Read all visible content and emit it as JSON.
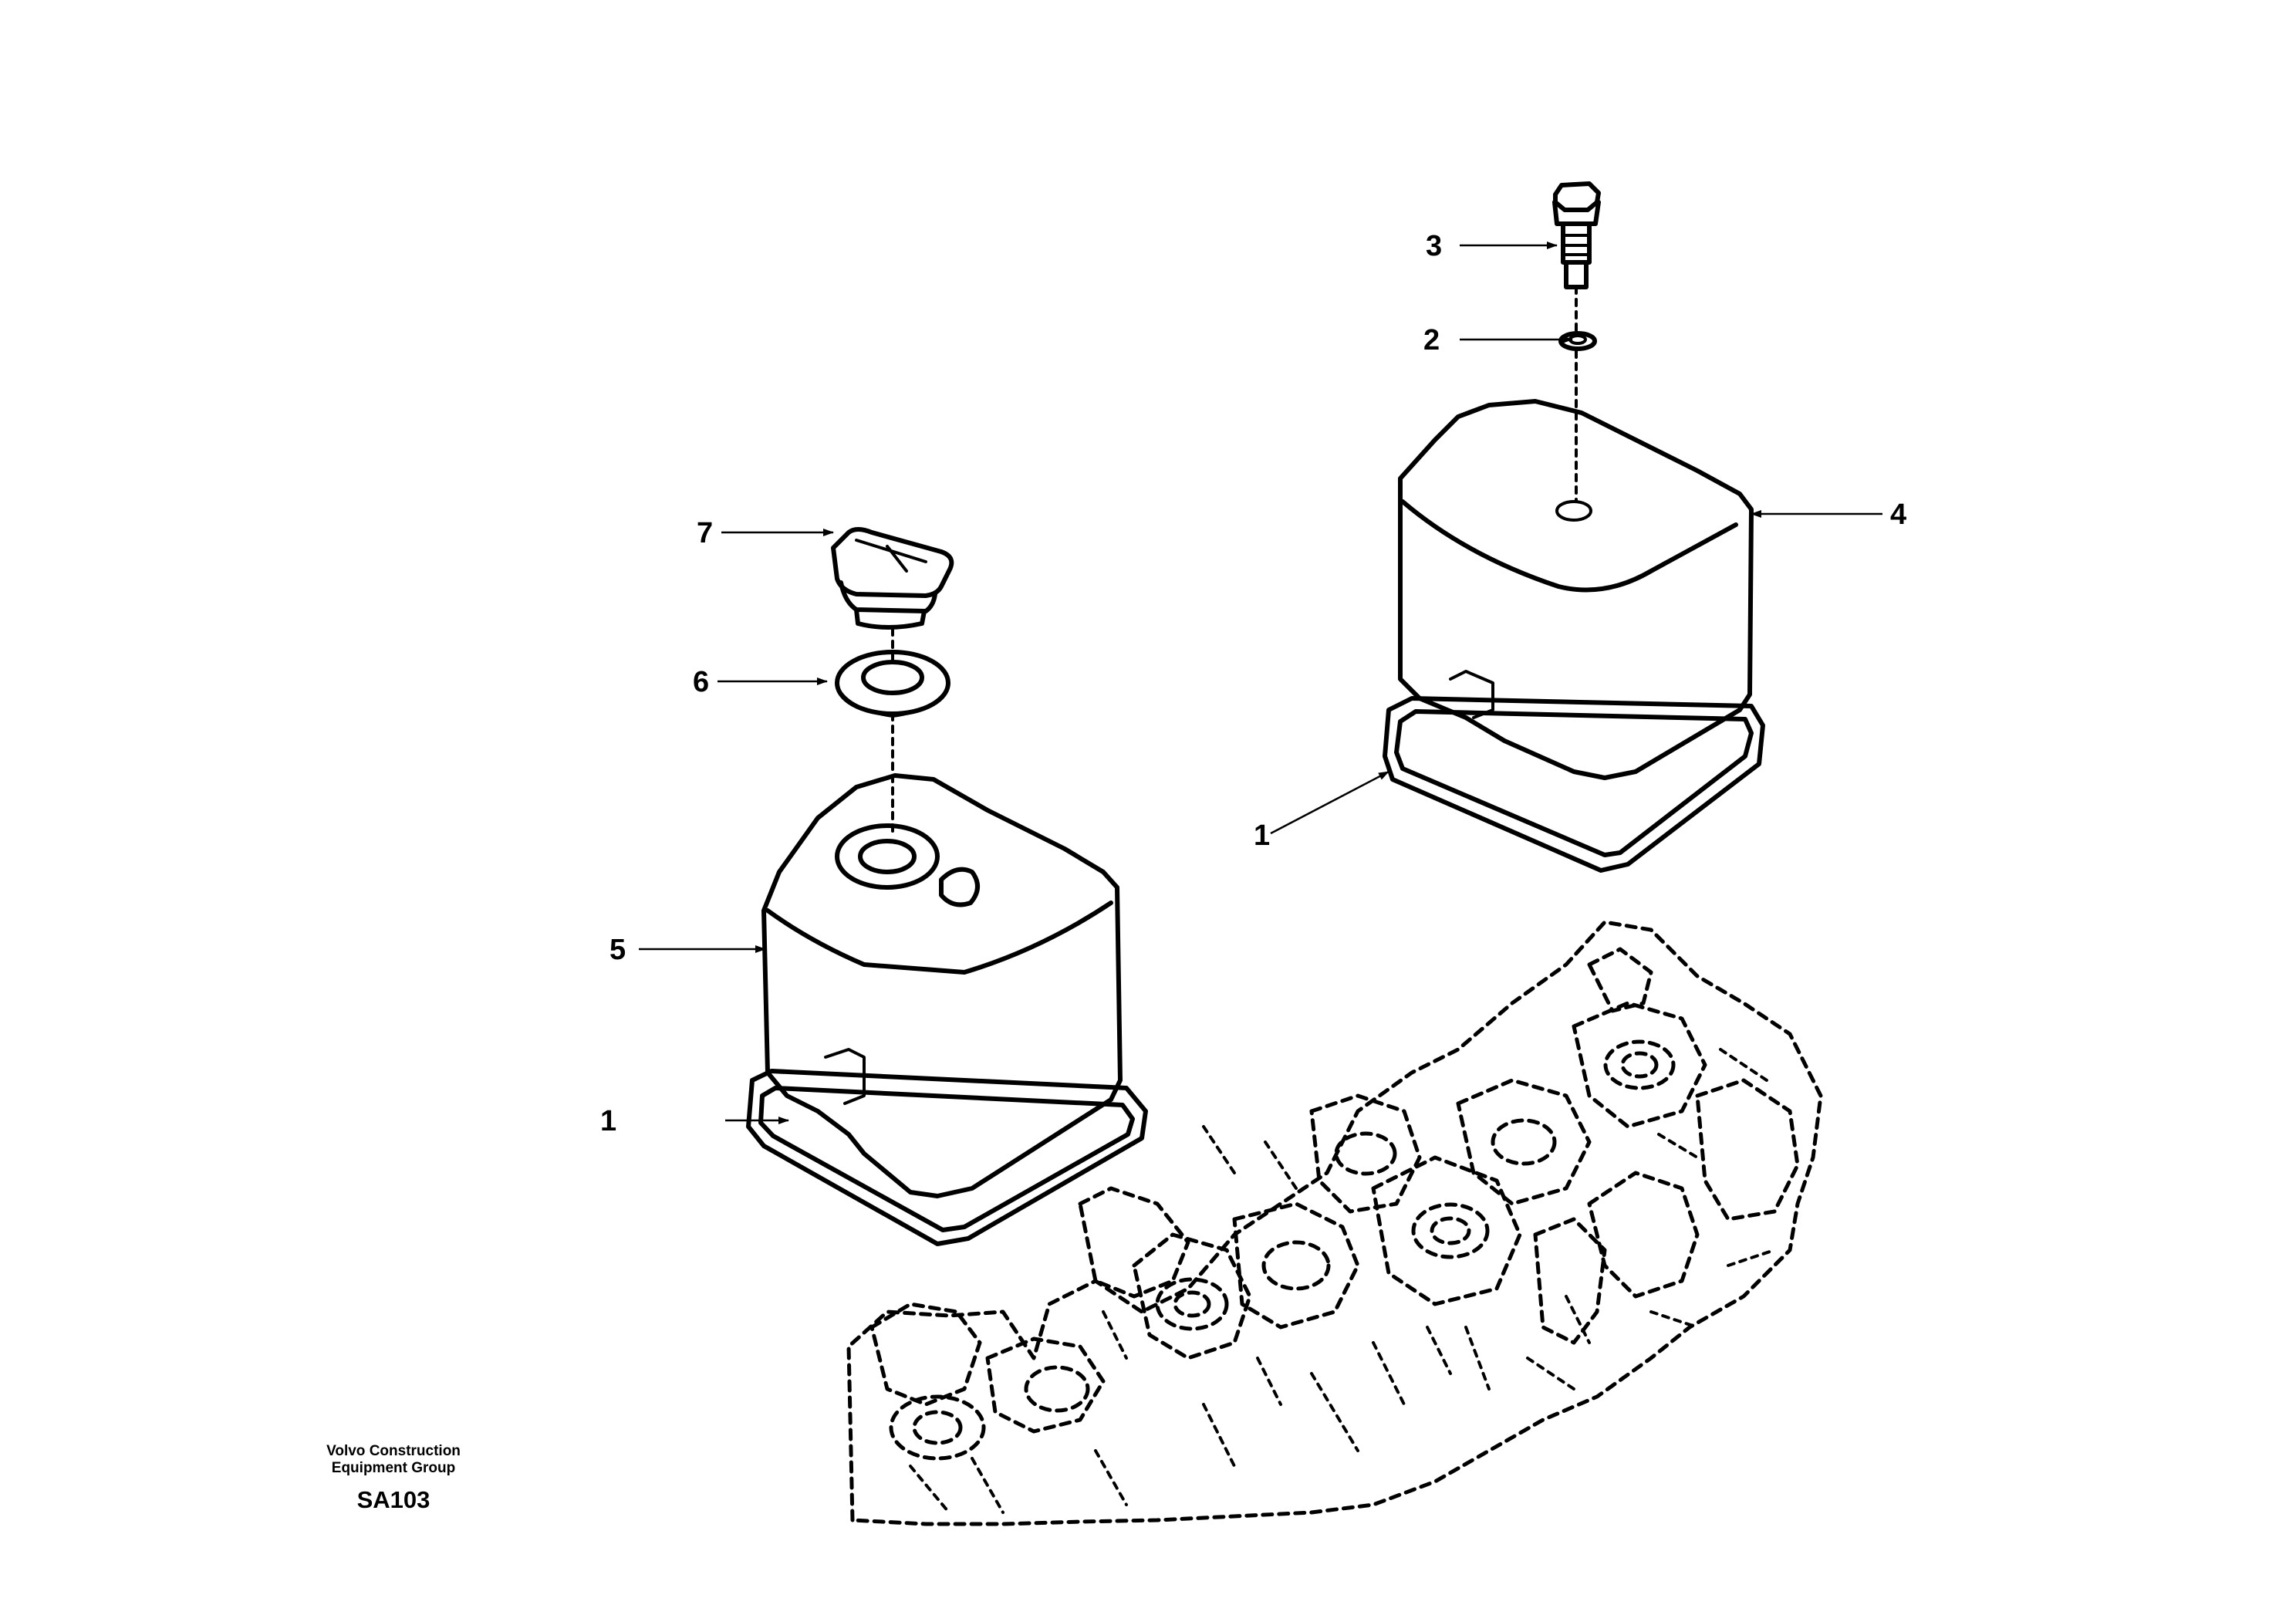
{
  "callouts": {
    "c1_left": "1",
    "c1_right": "1",
    "c2": "2",
    "c3": "3",
    "c4": "4",
    "c5": "5",
    "c6": "6",
    "c7": "7"
  },
  "footer": {
    "company_line1": "Volvo Construction",
    "company_line2": "Equipment Group",
    "drawing_code": "SA103"
  }
}
